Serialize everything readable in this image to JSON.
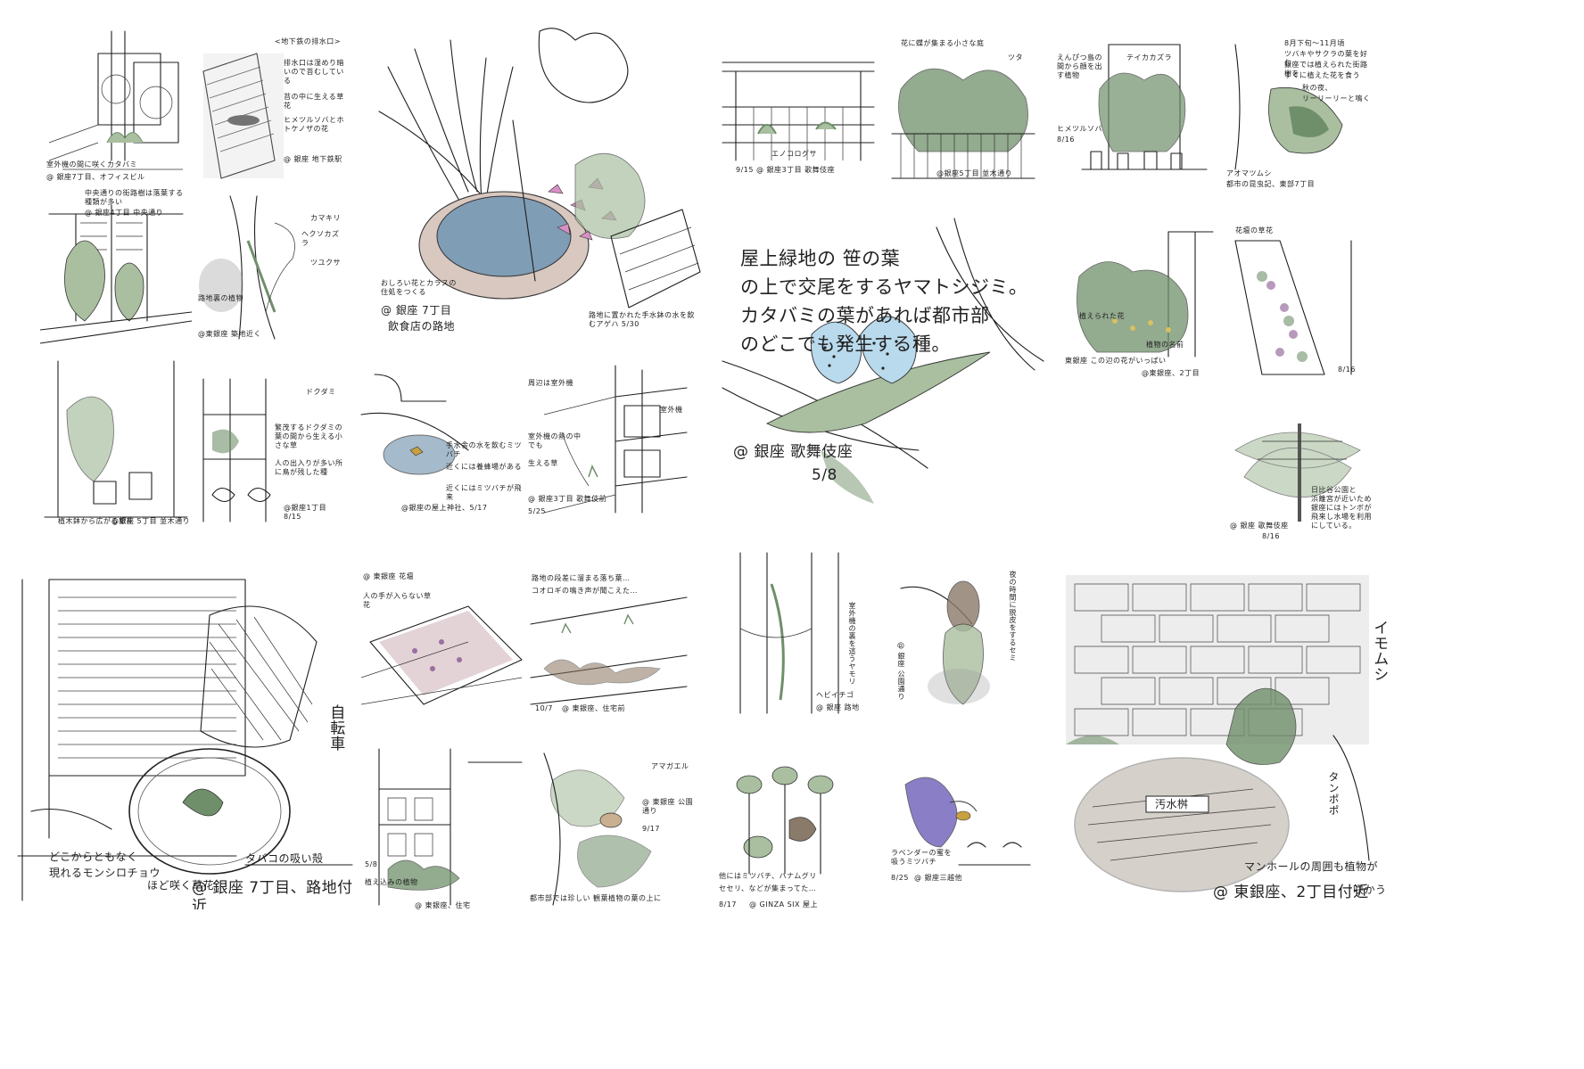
{
  "sheet": {
    "panels": [
      {
        "id": "p1",
        "texts": [
          "室外機の間に咲くカタバミ",
          "@ 銀座7丁目、オフィスビル"
        ]
      },
      {
        "id": "p2",
        "texts": [
          "<地下鉄の排水口>",
          "排水口は湿めり暗いので苔むしている",
          "苔の中に生える草花",
          "ヒメツルソバとホトケノザの花",
          "@ 銀座 地下鉄駅"
        ]
      },
      {
        "id": "p3",
        "texts": [
          "おしろい花とカラスの住処をつくる",
          "@ 銀座 7丁目",
          "飲食店の路地",
          "路地に置かれた手水鉢の水を飲むアゲハ 5/30"
        ]
      },
      {
        "id": "p4",
        "texts": [
          "エノコログサ",
          "9/15 @ 銀座3丁目 歌舞伎座"
        ]
      },
      {
        "id": "p5",
        "texts": [
          "花に蝶が集まる小さな庭",
          "ツタ",
          "@銀座5丁目 並木通り"
        ]
      },
      {
        "id": "p6",
        "texts": [
          "えんぴつ島の間から顔を出す植物",
          "テイカカズラ",
          "ヒメツルソバ",
          "8/16"
        ]
      },
      {
        "id": "p7",
        "texts": [
          "8月下旬〜11月頃",
          "ツバキやサクラの葉を好む",
          "銀座では植えられた街路樹を",
          "すぐに植えた花を食う",
          "秋の夜、",
          "リーリーリーと鳴く",
          "アオマツムシ",
          "都市の昆虫記、東部7丁目"
        ]
      },
      {
        "id": "p8",
        "texts": [
          "中央通りの街路樹は落葉する種類が多い",
          "@ 銀座4丁目 中央通り"
        ]
      },
      {
        "id": "p9",
        "texts": [
          "カマキリ",
          "ヘクソカズラ",
          "ツユクサ",
          "路地裏の植物",
          "@東銀座 築地近く"
        ]
      },
      {
        "id": "p10",
        "texts": [
          "屋上緑地の 笹の葉",
          "の上で交尾をするヤマトシジミ。",
          "カタバミの葉があれば都市部",
          "のどこでも発生する種。",
          "@ 銀座 歌舞伎座",
          "5/8"
        ]
      },
      {
        "id": "p11",
        "texts": [
          "植えられた花",
          "植物の名前",
          "東銀座 この辺の花がいっぱい",
          "@東銀座、2丁目"
        ]
      },
      {
        "id": "p12",
        "texts": [
          "花壇の草花",
          "8/16"
        ]
      },
      {
        "id": "p13",
        "texts": [
          "植木鉢から広がる草花",
          "@銀座 5丁目 並木通り"
        ]
      },
      {
        "id": "p14",
        "texts": [
          "ドクダミ",
          "繁茂するドクダミの葉の間から生える小さな草",
          "人の出入りが多い所に鳥が残した種",
          "@銀座1丁目 8/15"
        ]
      },
      {
        "id": "p15",
        "texts": [
          "手水舎の水を飲むミツバチ",
          "近くには養蜂場がある",
          "近くにはミツバチが飛来",
          "@銀座の屋上神社、5/17"
        ]
      },
      {
        "id": "p16",
        "texts": [
          "室外機",
          "周辺は室外機",
          "室外機の熱の中でも",
          "生える草",
          "@ 銀座3丁目 歌舞伎前",
          "5/25"
        ]
      },
      {
        "id": "p17",
        "texts": [
          "日比谷公園と",
          "浜離宮が近いため",
          "銀座にはトンボが",
          "飛来し水場を利用",
          "にしている。",
          "@ 銀座 歌舞伎座",
          "8/16"
        ]
      },
      {
        "id": "p18",
        "texts": [
          "自転車",
          "どこからともなく",
          "現れるモンシロチョウ",
          "ほど咲く草花",
          "タバコの吸い殻",
          "@ 銀座 7丁目、路地付近"
        ]
      },
      {
        "id": "p19",
        "texts": [
          "@ 東銀座 花壇",
          "人の手が入らない草花"
        ]
      },
      {
        "id": "p20",
        "texts": [
          "路地の段差に溜まる落ち葉…",
          "コオロギの鳴き声が聞こえた…",
          "10/7",
          "@ 東銀座、住宅前"
        ]
      },
      {
        "id": "p21",
        "texts": [
          "室外機の裏を這うヤモリ",
          "ヘビイチゴ",
          "@ 銀座 路地"
        ]
      },
      {
        "id": "p22",
        "texts": [
          "夜の時間に脱皮をするセミ",
          "@ 銀座 公園通り"
        ]
      },
      {
        "id": "p23",
        "texts": [
          "@ 東銀座、住宅",
          "5/8",
          "植え込みの植物"
        ]
      },
      {
        "id": "p24",
        "texts": [
          "アマガエル",
          "@ 東銀座 公園通り",
          "9/17",
          "都市部では珍しい 観葉植物の葉の上に"
        ]
      },
      {
        "id": "p25",
        "texts": [
          "他にはミツバチ、ハナムグリ",
          "セセリ、などが集まってた…",
          "8/17",
          "@ GINZA SIX 屋上"
        ]
      },
      {
        "id": "p26",
        "texts": [
          "ラベンダーの蜜を吸うミツバチ",
          "8/25",
          "@ 銀座三越他"
        ]
      },
      {
        "id": "p27",
        "texts": [
          "イモムシ",
          "汚水桝",
          "タンポポ",
          "マンホールの周囲も植物が",
          "@ 東銀座、2丁目付近",
          "咲かう"
        ]
      }
    ]
  },
  "colors": {
    "ink": "#1e1e1e",
    "leaf_green": "#6f8f6a",
    "pale_green": "#a9bfa0",
    "water_blue": "#7f9db5",
    "petal_pink": "#d88fc4",
    "butterfly_blue": "#b9d9ec",
    "lavender": "#6d5fb8",
    "shadow_grey": "#9a9a9a"
  }
}
